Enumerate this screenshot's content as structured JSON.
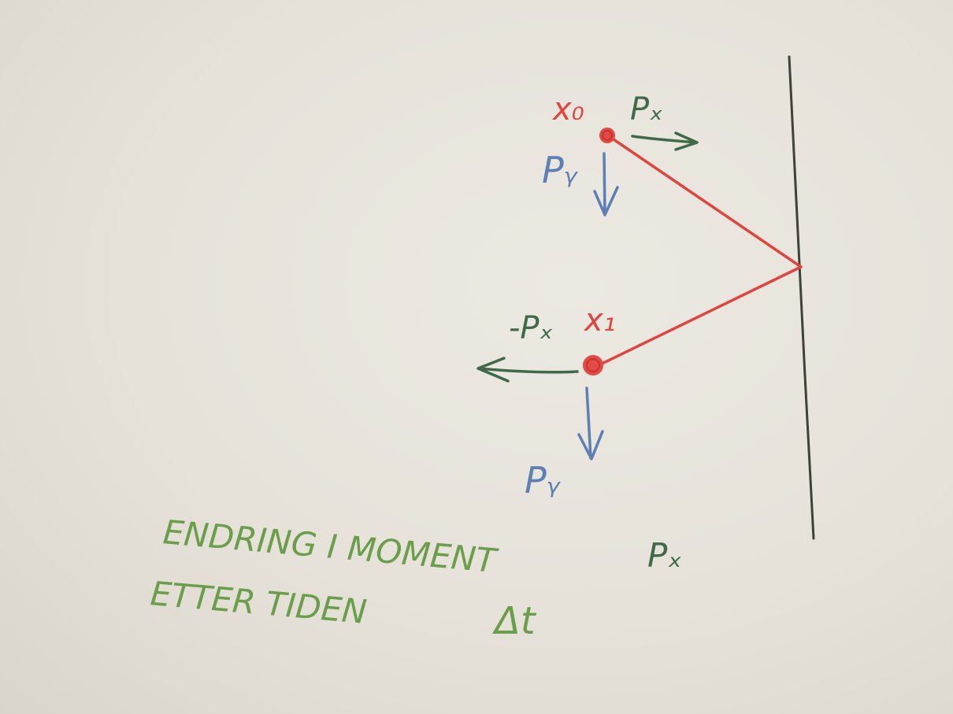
{
  "labels": {
    "x0": "x₀",
    "x1": "x₁",
    "px_top": "Pₓ",
    "py_top": "Pᵧ",
    "px_neg": "-Pₓ",
    "py_bottom": "Pᵧ",
    "caption_line1_text": "ENDRING I MOMENT",
    "caption_line1_symbol": "Pₓ",
    "caption_line2_text": "ETTER TIDEN",
    "caption_line2_symbol": "Δt"
  },
  "colors": {
    "paper": "#e9e5dd",
    "wall": "#3f4237",
    "red": "#e0443f",
    "green_arrow": "#3f6a48",
    "blue_arrow": "#5d7fb3",
    "caption_green": "#6b9e4a"
  }
}
